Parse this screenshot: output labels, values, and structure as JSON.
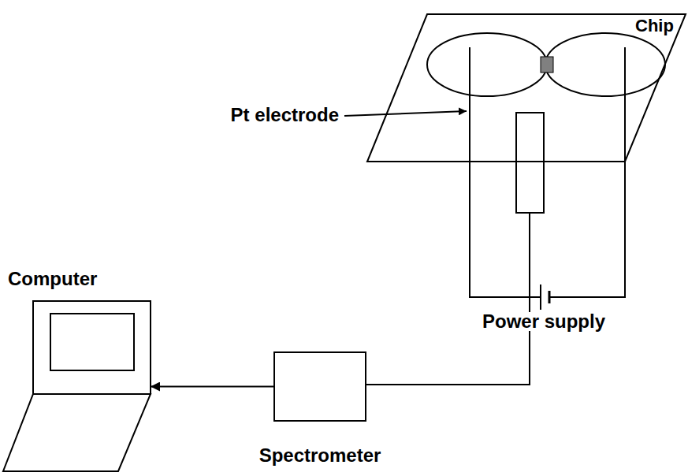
{
  "diagram": {
    "nodes": [
      {
        "text": [
          "Chip"
        ]
      },
      {
        "text": [
          "Computer"
        ]
      },
      {
        "text": [
          "Spectrometer"
        ]
      }
    ],
    "edges": [
      {
        "from": 2,
        "to": 1,
        "arrow": "to"
      }
    ],
    "labels": [
      "Pt electrode",
      "Power supply"
    ]
  }
}
